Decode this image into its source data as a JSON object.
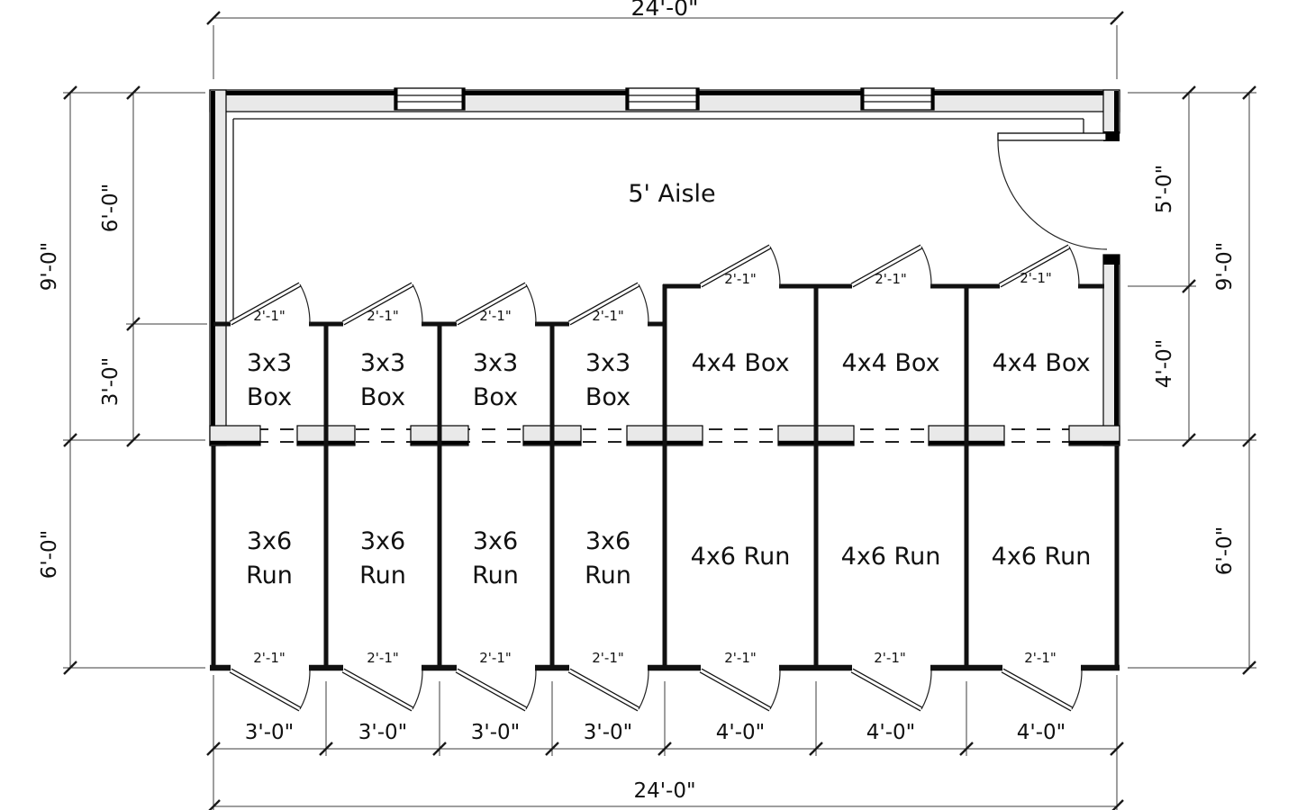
{
  "labels": {
    "aisle": "5' Aisle",
    "box_3x3_line1": "3x3",
    "box_3x3_line2": "Box",
    "box_4x4": "4x4 Box",
    "run_3x6_line1": "3x6",
    "run_3x6_line2": "Run",
    "run_4x6": "4x6 Run"
  },
  "dimensions": {
    "top_total": "24'-0\"",
    "bottom_total": "24'-0\"",
    "door_opening": "2'-1\"",
    "bottom_segments": [
      "3'-0\"",
      "3'-0\"",
      "3'-0\"",
      "3'-0\"",
      "4'-0\"",
      "4'-0\"",
      "4'-0\""
    ],
    "left_outer_top": "9'-0\"",
    "left_outer_bottom": "6'-0\"",
    "left_inner_top": "6'-0\"",
    "left_inner_bottom": "3'-0\"",
    "right_inner_top": "5'-0\"",
    "right_inner_bottom": "4'-0\"",
    "right_outer_top": "9'-0\"",
    "right_outer_bottom": "6'-0\""
  },
  "colors": {
    "wall_fill": "#e9e9e9",
    "line": "#111111",
    "dimension_line": "#3c3c3c"
  }
}
